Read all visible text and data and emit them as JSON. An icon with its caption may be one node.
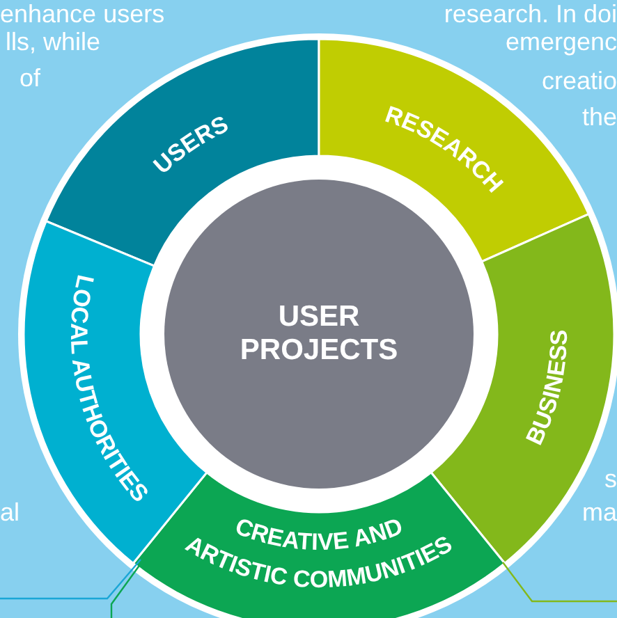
{
  "diagram": {
    "nodes": [
      {
        "text": [
          "USER PROJECTS"
        ]
      },
      {
        "text": [
          "USERS"
        ]
      },
      {
        "text": [
          "RESEARCH"
        ]
      },
      {
        "text": [
          "BUSINESS"
        ]
      },
      {
        "text": [
          "CREATIVE AND ARTISTIC COMMUNITIES"
        ]
      },
      {
        "text": [
          "LOCAL AUTHORITIES"
        ]
      }
    ],
    "edges": [
      {
        "from": 5,
        "to": null,
        "arrow": "none",
        "color": "#1aa6d6"
      },
      {
        "from": 4,
        "to": null,
        "arrow": "none",
        "color": "#0ca653"
      },
      {
        "from": 3,
        "to": null,
        "arrow": "none",
        "color": "#83b81b"
      }
    ],
    "labels": [
      "enhance users",
      "research. In doi",
      "lls, while",
      "emergenc",
      "of",
      "creatio",
      "the",
      "s",
      "al",
      "ma"
    ]
  }
}
